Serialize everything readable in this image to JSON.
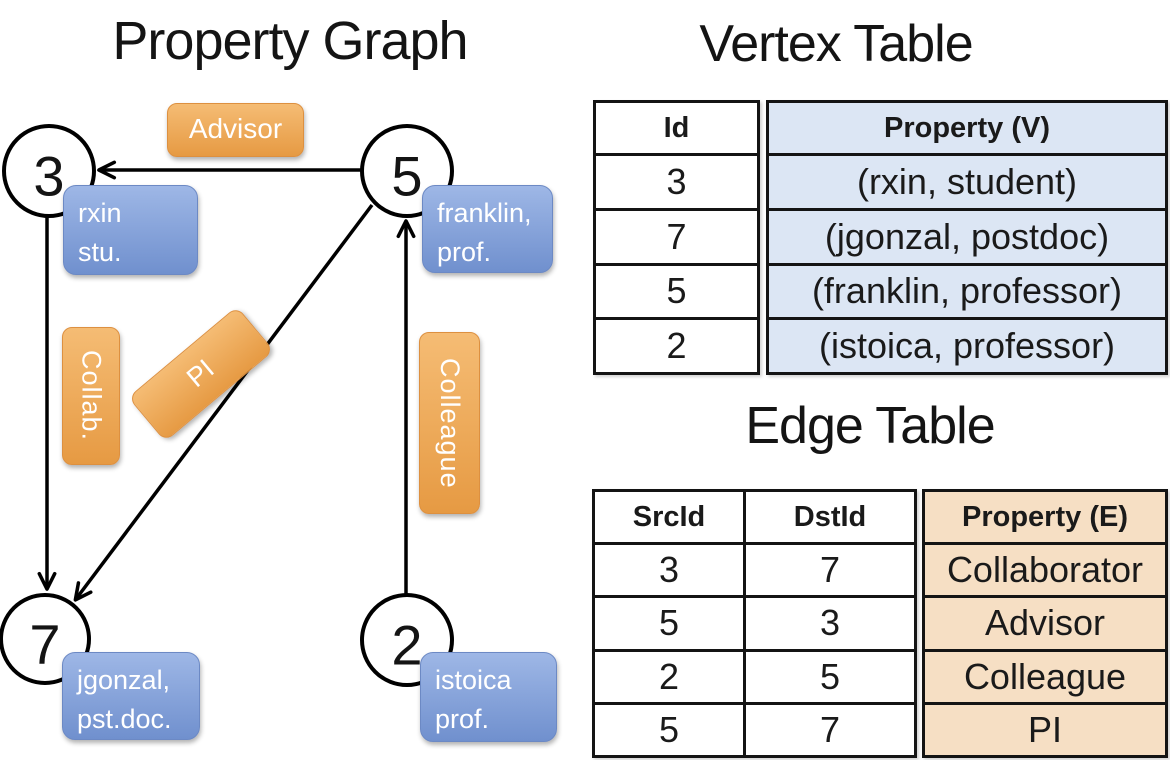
{
  "colors": {
    "orange_label_top": "#f5bc74",
    "orange_label_bottom": "#e69a43",
    "blue_label_top": "#9eb7e6",
    "blue_label_bottom": "#7090ce",
    "vertex_property_fill": "#dce6f4",
    "edge_property_fill": "#f6dfc4",
    "line_color": "#000000"
  },
  "graph": {
    "title": "Property Graph",
    "nodes": {
      "n3": {
        "id": "3",
        "line1": "rxin",
        "line2": "stu."
      },
      "n5": {
        "id": "5",
        "line1": "franklin,",
        "line2": "prof."
      },
      "n7": {
        "id": "7",
        "line1": "jgonzal,",
        "line2": "pst.doc."
      },
      "n2": {
        "id": "2",
        "line1": "istoica",
        "line2": "prof."
      }
    },
    "edge_labels": {
      "advisor": "Advisor",
      "collab": "Collab.",
      "pi": "PI",
      "colleague": "Colleague"
    }
  },
  "vertex_table": {
    "title": "Vertex Table",
    "headers": {
      "id": "Id",
      "property": "Property (V)"
    },
    "rows": [
      {
        "id": "3",
        "property": "(rxin, student)"
      },
      {
        "id": "7",
        "property": "(jgonzal, postdoc)"
      },
      {
        "id": "5",
        "property": "(franklin, professor)"
      },
      {
        "id": "2",
        "property": "(istoica, professor)"
      }
    ]
  },
  "edge_table": {
    "title": "Edge Table",
    "headers": {
      "src": "SrcId",
      "dst": "DstId",
      "property": "Property (E)"
    },
    "rows": [
      {
        "src": "3",
        "dst": "7",
        "property": "Collaborator"
      },
      {
        "src": "5",
        "dst": "3",
        "property": "Advisor"
      },
      {
        "src": "2",
        "dst": "5",
        "property": "Colleague"
      },
      {
        "src": "5",
        "dst": "7",
        "property": "PI"
      }
    ]
  }
}
